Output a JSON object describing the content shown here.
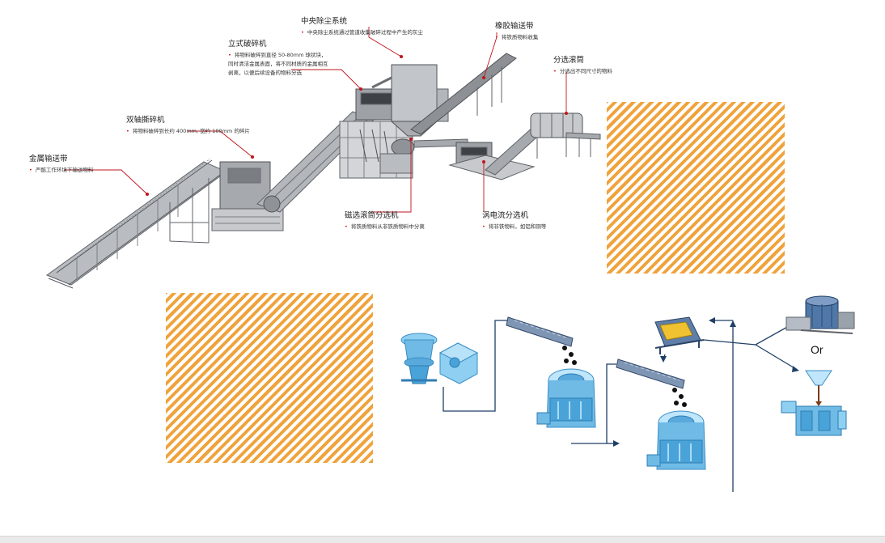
{
  "top_line": {
    "labels": [
      {
        "key": "dust",
        "title": "中央除尘系统",
        "lines": [
          "中央除尘系统通过管道收集破碎过程中产生的灰尘"
        ]
      },
      {
        "key": "rubber",
        "title": "橡胶输送带",
        "lines": [
          "将铁质物料收集"
        ]
      },
      {
        "key": "vertical",
        "title": "立式破碎机",
        "lines": [
          "将物料破碎到直径 50-80mm 球状块，",
          "同时清洁金属表面，将不同材质的金属相互",
          "剥离，以便后续设备的物料分选"
        ]
      },
      {
        "key": "drum",
        "title": "分选滚筒",
        "lines": [
          "分选出不同尺寸的物料"
        ]
      },
      {
        "key": "twin",
        "title": "双轴撕碎机",
        "lines": [
          "将物料破碎到长约 400mm, 宽约 100mm 的碎片"
        ]
      },
      {
        "key": "metal",
        "title": "金属输送带",
        "lines": [
          "严酷工作环境下输送物料"
        ]
      },
      {
        "key": "magnetic",
        "title": "磁选滚筒分选机",
        "lines": [
          "将铁质物料从非铁质物料中分离"
        ]
      },
      {
        "key": "eddy",
        "title": "涡电流分选机",
        "lines": [
          "将非铁物料，如铝和铜等"
        ]
      }
    ]
  },
  "flow_diagram": {
    "or_label": "Or"
  },
  "colors": {
    "machine_gray": "#8a8d92",
    "leader_red": "#c0141c",
    "equipment_blue": "#4aa3d8",
    "flow_line": "#1f3f66",
    "hatch_orange": "#f0a33c"
  }
}
